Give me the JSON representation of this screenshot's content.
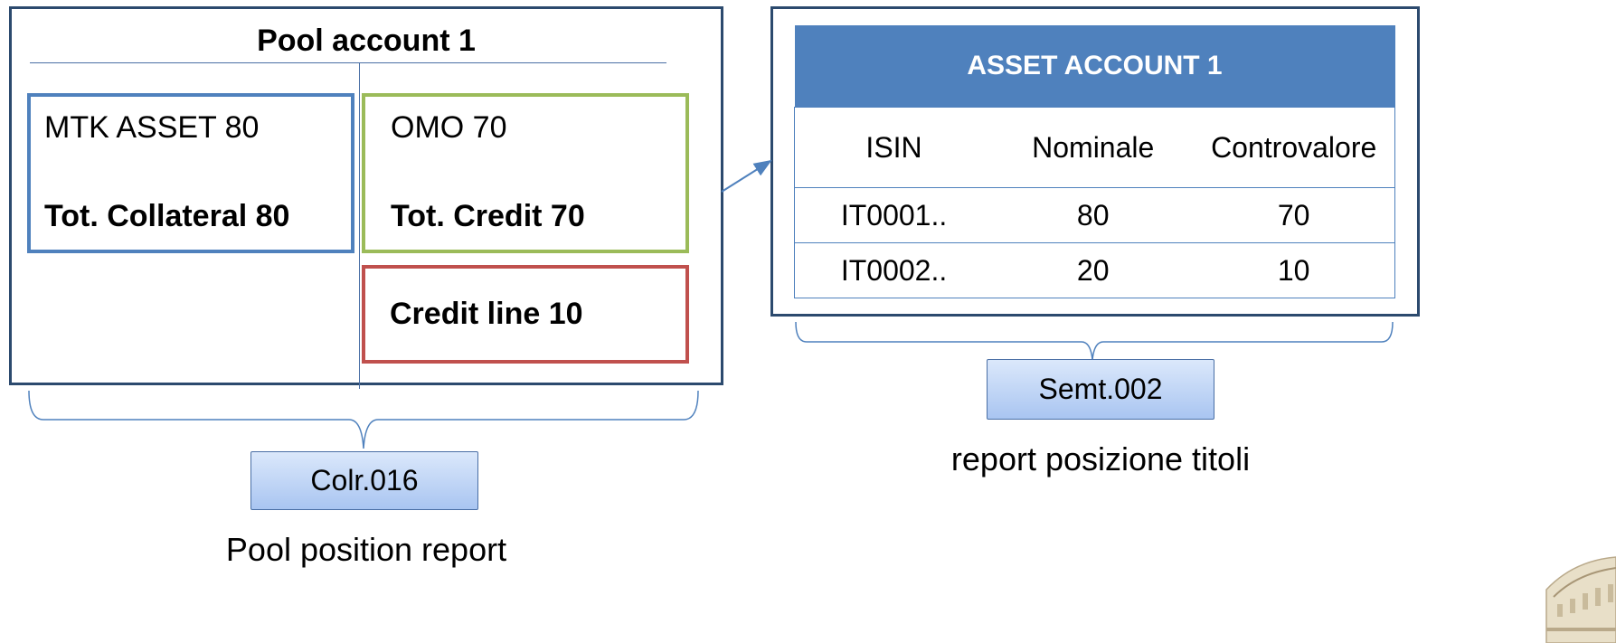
{
  "pool_account": {
    "title": "Pool account 1",
    "collateral": {
      "asset_line": "MTK ASSET  80",
      "total": "Tot. Collateral 80"
    },
    "credit": {
      "omo_line": "OMO  70",
      "total": "Tot. Credit 70"
    },
    "credit_line": "Credit line 10",
    "tag": "Colr.016",
    "caption": "Pool position report"
  },
  "asset_account": {
    "title": "ASSET ACCOUNT 1",
    "columns": [
      "ISIN",
      "Nominale",
      "Controvalore"
    ],
    "rows": [
      [
        "IT0001..",
        "80",
        "70"
      ],
      [
        "IT0002..",
        "20",
        "10"
      ]
    ],
    "tag": "Semt.002",
    "caption": "report posizione titoli"
  },
  "colors": {
    "frame": "#2c4a6e",
    "collateral_border": "#4f81bd",
    "credit_border": "#9bbb59",
    "credit_line_border": "#c0504d",
    "table_header": "#4f81bd",
    "tag_gradient_top": "#dbe8fb",
    "tag_gradient_bottom": "#a9c5f1"
  },
  "icons": {
    "logo": "building-icon"
  }
}
